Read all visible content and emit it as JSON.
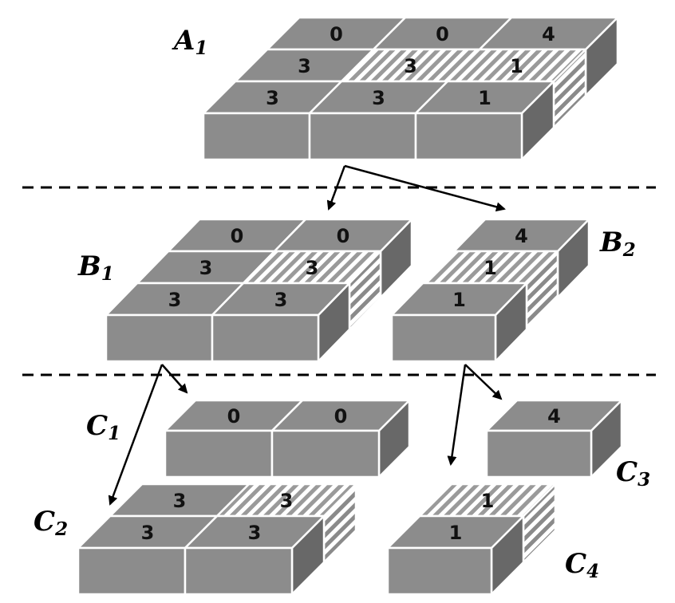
{
  "colors": {
    "block_top": "#8c8c8c",
    "block_front": "#8c8c8c",
    "block_side": "#686868",
    "hatch_stripe": "#9a9a9a",
    "background": "#ffffff"
  },
  "labels": {
    "A1": {
      "main": "A",
      "sub": "1"
    },
    "B1": {
      "main": "B",
      "sub": "1"
    },
    "B2": {
      "main": "B",
      "sub": "2"
    },
    "C1": {
      "main": "C",
      "sub": "1"
    },
    "C2": {
      "main": "C",
      "sub": "2"
    },
    "C3": {
      "main": "C",
      "sub": "3"
    },
    "C4": {
      "main": "C",
      "sub": "4"
    }
  },
  "blocks": {
    "A1": [
      [
        "0",
        "0",
        "4"
      ],
      [
        "3",
        "3",
        "1"
      ],
      [
        "3",
        "3",
        "1"
      ]
    ],
    "B1": [
      [
        "0",
        "0"
      ],
      [
        "3",
        "3"
      ],
      [
        "3",
        "3"
      ]
    ],
    "B2": [
      [
        "4"
      ],
      [
        "1"
      ],
      [
        "1"
      ]
    ],
    "C1": [
      [
        "0",
        "0"
      ]
    ],
    "C2": [
      [
        "3",
        "3"
      ],
      [
        "3",
        "3"
      ]
    ],
    "C3": [
      [
        "4"
      ]
    ],
    "C4": [
      [
        "1"
      ],
      [
        "1"
      ]
    ]
  }
}
